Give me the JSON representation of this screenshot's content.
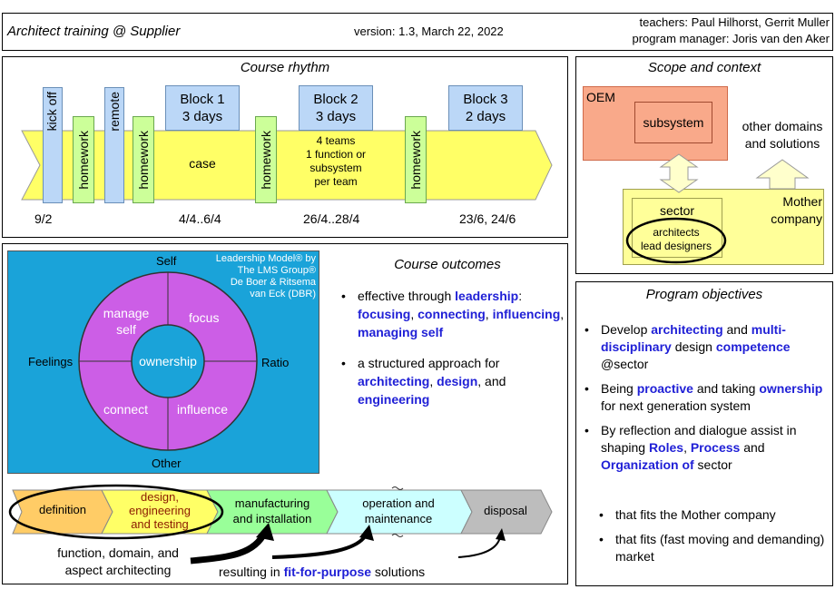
{
  "header": {
    "title": "Architect training @ Supplier",
    "version": "version: 1.3, March 22, 2022",
    "teachers": "teachers: Paul Hilhorst, Gerrit Muller",
    "manager": "program manager: Joris van den Aker"
  },
  "rhythm": {
    "title": "Course rhythm",
    "kickoff": "kick off",
    "remote": "remote",
    "homework": "homework",
    "block1": "Block 1",
    "block1_days": "3 days",
    "block2": "Block 2",
    "block2_days": "3 days",
    "block3": "Block 3",
    "block3_days": "2 days",
    "case": "case",
    "teams": [
      "4 teams",
      "1 function or",
      "subsystem",
      "per team"
    ],
    "dates": [
      "9/2",
      "4/4..6/4",
      "26/4..28/4",
      "23/6, 24/6"
    ]
  },
  "scope": {
    "title": "Scope and context",
    "oem": "OEM",
    "subsystem": "subsystem",
    "other_domains": [
      "other domains",
      "and solutions"
    ],
    "mother_company": [
      "Mother",
      "company"
    ],
    "sector": "sector",
    "architects": [
      "architects",
      "lead designers"
    ]
  },
  "leadership": {
    "credit": [
      "Leadership Model® by",
      "The LMS Group®",
      "De Boer & Ritsema",
      "van Eck (DBR)"
    ],
    "self": "Self",
    "other": "Other",
    "feelings": "Feelings",
    "ratio": "Ratio",
    "ownership": "ownership",
    "manage_self": [
      "manage",
      "self"
    ],
    "focus": "focus",
    "connect": "connect",
    "influence": "influence"
  },
  "outcomes": {
    "title": "Course outcomes",
    "item1": {
      "t1": "effective through ",
      "k1": "leadership",
      "t2": ": ",
      "k2": "focusing",
      "t3": ", ",
      "k3": "connecting",
      "t4": ", ",
      "k4": "influencing",
      "t5": ", ",
      "k5": "managing self"
    },
    "item2": {
      "t1": "a structured approach for ",
      "k1": "architecting",
      "t2": ", ",
      "k2": "design",
      "t3": ", and ",
      "k3": "engineering"
    }
  },
  "lifecycle": {
    "definition": "definition",
    "design": [
      "design,",
      "engineering",
      "and testing"
    ],
    "manufacturing": [
      "manufacturing",
      "and installation"
    ],
    "operation": [
      "operation and",
      "maintenance"
    ],
    "disposal": "disposal",
    "function": [
      "function, domain, and",
      "aspect architecting"
    ],
    "resulting_t1": "resulting in ",
    "resulting_k": "fit-for-purpose",
    "resulting_t2": " solutions"
  },
  "objectives": {
    "title": "Program objectives",
    "item1": {
      "t1": "Develop ",
      "k1": "architecting",
      "t2": " and ",
      "k2": "multi-disciplinary",
      "t3": " design ",
      "k3": "competence",
      "t4": " @sector"
    },
    "item2": {
      "t1": "Being ",
      "k1": "proactive",
      "t2": " and taking ",
      "k2": "ownership",
      "t3": " for next generation system"
    },
    "item3": {
      "t1": "By reflection and dialogue assist in shaping ",
      "k1": "Roles",
      "t2": ", ",
      "k2": "Process",
      "t3": " and ",
      "k3": "Organization of",
      "t4": " sector"
    },
    "sub1": "that fits the Mother company",
    "sub2": "that fits (fast moving and demanding) market"
  },
  "colors": {
    "yellow": "#ffff66",
    "blue_box": "#bbd7f7",
    "green_box": "#ccff99",
    "salmon": "#f9a98a",
    "cyan_bg": "#1aa3d9",
    "purple": "#cc5ee6",
    "cyan_arrow": "#ccffff",
    "grey": "#bdbdbd",
    "keyword_blue": "#1f1fd6"
  }
}
